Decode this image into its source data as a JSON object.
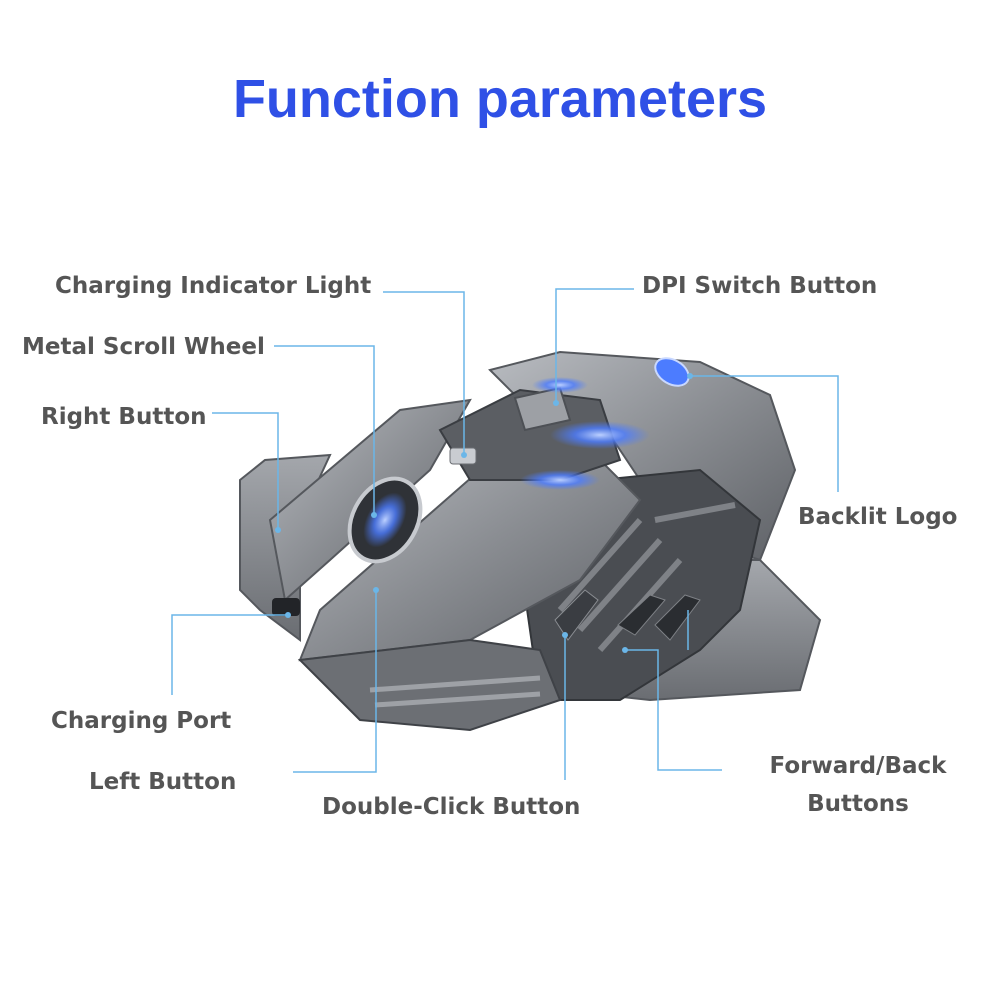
{
  "title": "Function parameters",
  "colors": {
    "title": "#2f50e6",
    "label": "#555555",
    "leader": "#6bb6e8",
    "mouse_body": "#8a8d92",
    "mouse_dark": "#3c3f45",
    "glow": "#4c7cff"
  },
  "labels": {
    "charging_indicator_light": "Charging Indicator Light",
    "metal_scroll_wheel": "Metal Scroll Wheel",
    "right_button": "Right Button",
    "charging_port": "Charging Port",
    "left_button": "Left Button",
    "double_click_button": "Double-Click Button",
    "dpi_switch_button": "DPI Switch Button",
    "backlit_logo": "Backlit Logo",
    "forward_back_line1": "Forward/Back",
    "forward_back_line2": "Buttons"
  }
}
